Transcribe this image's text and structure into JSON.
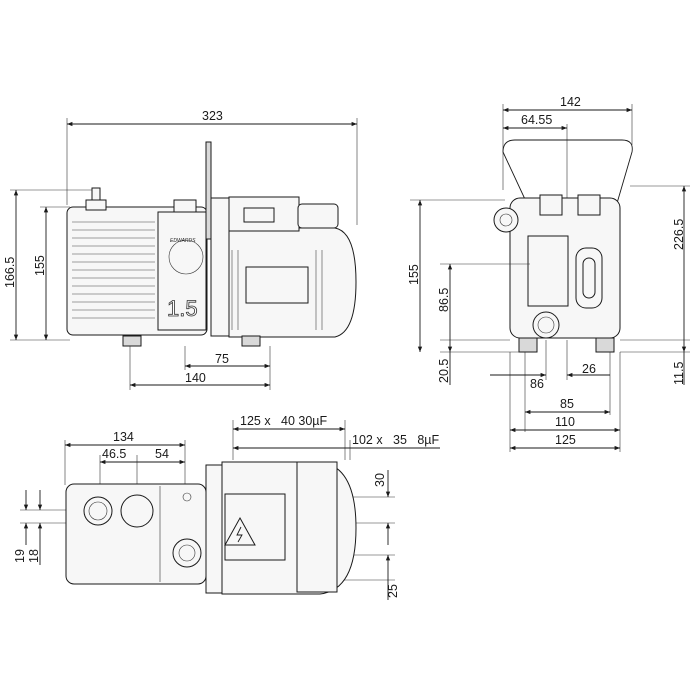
{
  "side_view": {
    "overall_length": "323",
    "overall_height": "166.5",
    "body_height": "155",
    "foot_offset": "75",
    "foot_spacing": "140",
    "model_label": "1.5",
    "brand_label": "EDWARDS"
  },
  "end_view": {
    "handle_width": "142",
    "handle_offset": "64.55",
    "overall_height": "226.5",
    "axis_height": "155",
    "outlet_height": "86.5",
    "base_height": "20.5",
    "foot_height": "11.5",
    "offset_86": "86",
    "offset_26": "26",
    "width_85": "85",
    "width_110": "110",
    "width_125": "125"
  },
  "top_view": {
    "length_134": "134",
    "length_46_5": "46.5",
    "length_54": "54",
    "motor_option_1": "125 x   40 30µF",
    "motor_option_2": "102 x   35   8µF",
    "dim_30": "30",
    "dim_25": "25",
    "dim_19": "19",
    "dim_18": "18"
  }
}
